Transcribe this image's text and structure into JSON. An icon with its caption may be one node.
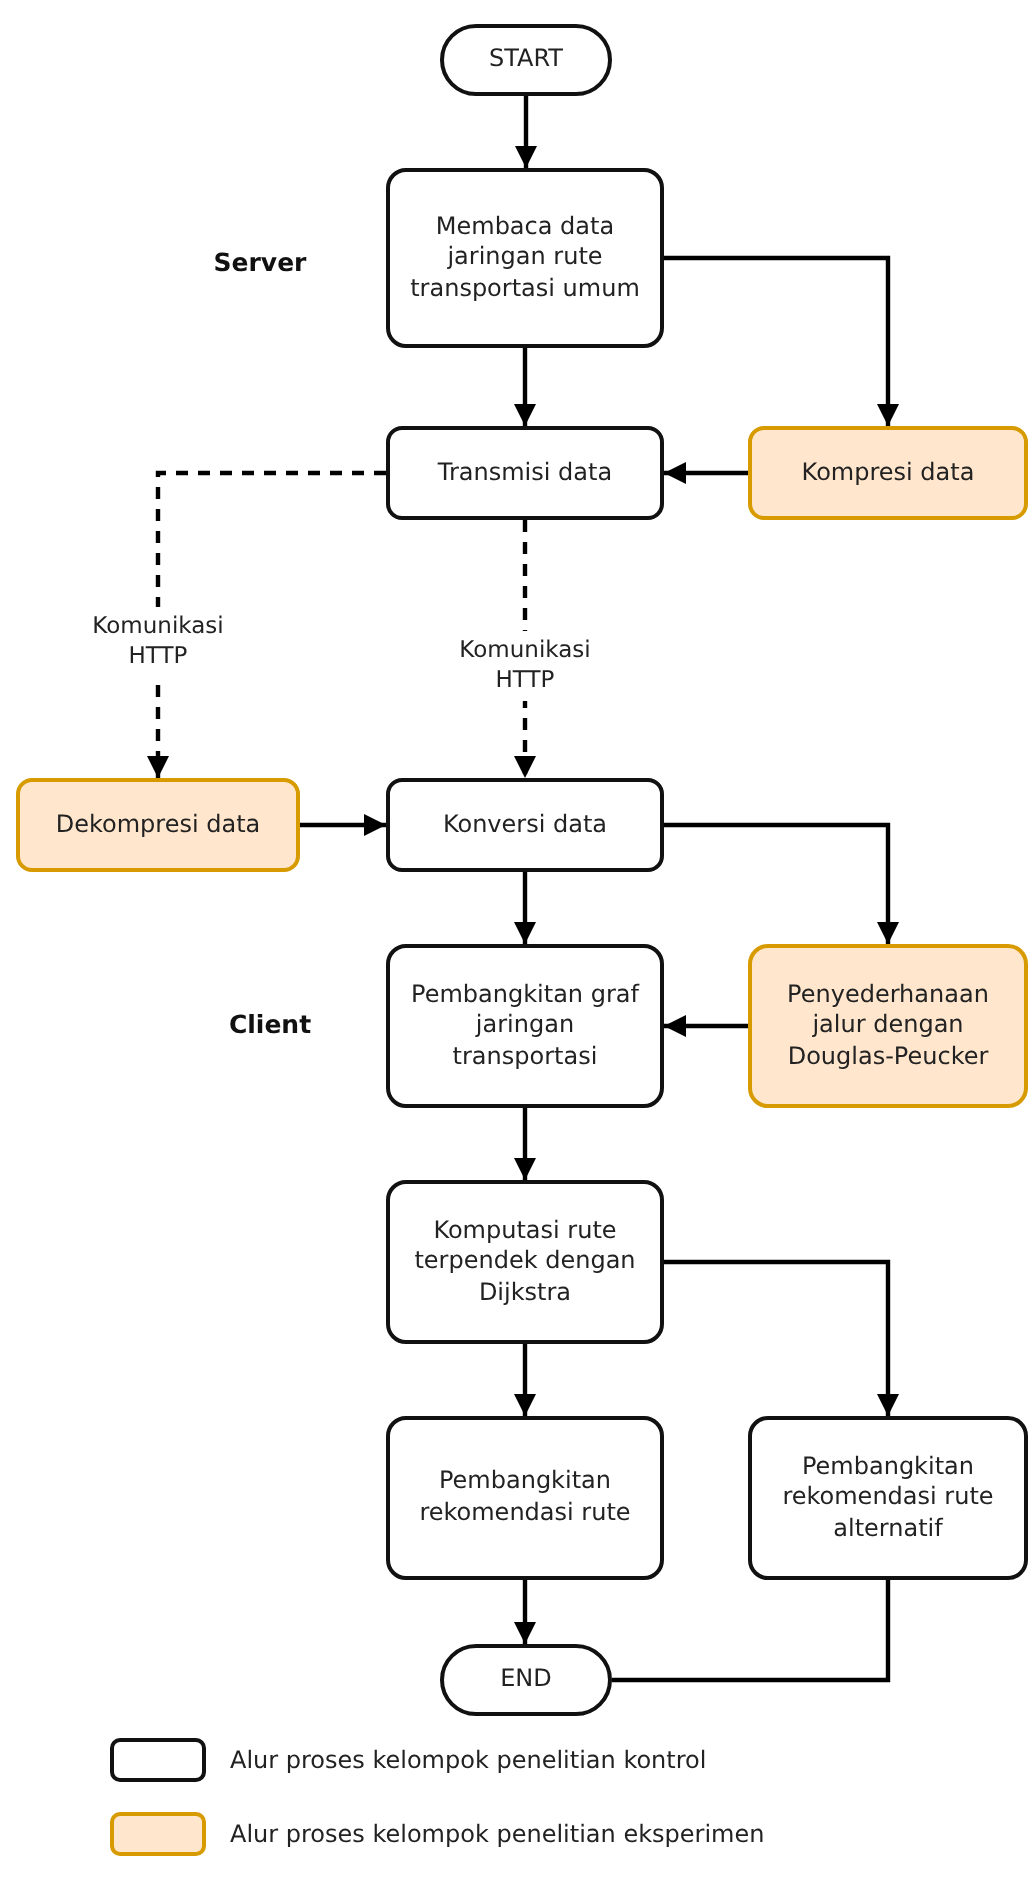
{
  "diagram": {
    "nodes": [
      {
        "text": [
          "START"
        ]
      },
      {
        "text": [
          "Membaca data jaringan rute transportasi umum"
        ]
      },
      {
        "text": [
          "Transmisi data"
        ]
      },
      {
        "text": [
          "Kompresi data"
        ]
      },
      {
        "text": [
          "Dekompresi data"
        ]
      },
      {
        "text": [
          "Konversi data"
        ]
      },
      {
        "text": [
          "Pembangkitan graf jaringan transportasi"
        ]
      },
      {
        "text": [
          "Penyederhanaan jalur dengan Douglas-Peucker"
        ]
      },
      {
        "text": [
          "Komputasi rute terpendek dengan Dijkstra"
        ]
      },
      {
        "text": [
          "Pembangkitan rekomendasi rute"
        ]
      },
      {
        "text": [
          "Pembangkitan rekomendasi rute alternatif"
        ]
      },
      {
        "text": [
          "END"
        ]
      }
    ],
    "edges": [
      {
        "from": 0,
        "to": 1,
        "arrow": "to"
      },
      {
        "from": 1,
        "to": 2,
        "arrow": "to"
      },
      {
        "from": 1,
        "to": 3,
        "arrow": "to"
      },
      {
        "from": 3,
        "to": 2,
        "arrow": "to"
      },
      {
        "from": 2,
        "to": 4,
        "arrow": "to",
        "style": "dashed",
        "label": "Komunikasi HTTP"
      },
      {
        "from": 2,
        "to": 5,
        "arrow": "to",
        "style": "dashed",
        "label": "Komunikasi HTTP"
      },
      {
        "from": 4,
        "to": 5,
        "arrow": "to"
      },
      {
        "from": 5,
        "to": 6,
        "arrow": "to"
      },
      {
        "from": 5,
        "to": 7,
        "arrow": "to"
      },
      {
        "from": 7,
        "to": 6,
        "arrow": "to"
      },
      {
        "from": 6,
        "to": 8,
        "arrow": "to"
      },
      {
        "from": 8,
        "to": 9,
        "arrow": "to"
      },
      {
        "from": 8,
        "to": 10,
        "arrow": "to"
      },
      {
        "from": 9,
        "to": 11,
        "arrow": "to"
      },
      {
        "from": 10,
        "to": 11,
        "arrow": "to"
      }
    ],
    "labels": [
      "Server",
      "Client"
    ],
    "legend": [
      {
        "text": "Alur proses kelompok penelitian kontrol",
        "color": "#ffffff"
      },
      {
        "text": "Alur proses kelompok penelitian eksperimen",
        "color": "#ffe6cc"
      }
    ]
  }
}
